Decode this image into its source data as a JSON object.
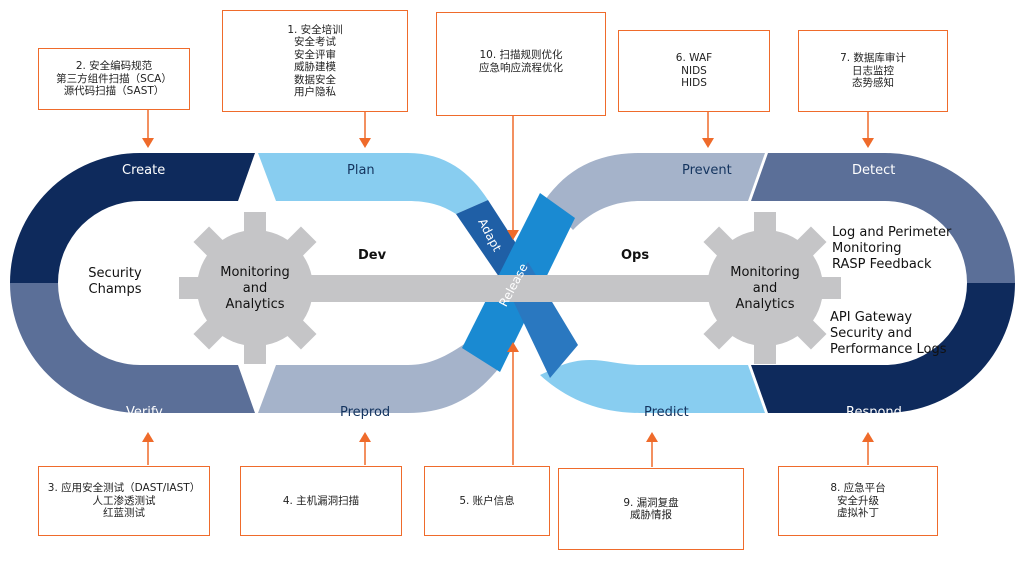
{
  "notes": {
    "note1": [
      "1. 安全培训",
      "安全考试",
      "安全评审",
      "威胁建模",
      "数据安全",
      "用户隐私"
    ],
    "note2": [
      "2. 安全编码规范",
      "第三方组件扫描（SCA）",
      "源代码扫描（SAST）"
    ],
    "note10": [
      "10. 扫描规则优化",
      "应急响应流程优化"
    ],
    "note6": [
      "6. WAF",
      "NIDS",
      "HIDS"
    ],
    "note7": [
      "7. 数据库审计",
      "日志监控",
      "态势感知"
    ],
    "note3": [
      "3. 应用安全测试（DAST/IAST）",
      "人工渗透测试",
      "红蓝测试"
    ],
    "note4": [
      "4. 主机漏洞扫描"
    ],
    "note5": [
      "5. 账户信息"
    ],
    "note9": [
      "9. 漏洞复盘",
      "威胁情报"
    ],
    "note8": [
      "8. 应急平台",
      "安全升级",
      "虚拟补丁"
    ]
  },
  "segments": {
    "create": "Create",
    "plan": "Plan",
    "verify": "Verify",
    "preprod": "Preprod",
    "adapt": "Adapt",
    "release": "Release",
    "prevent": "Prevent",
    "detect": "Detect",
    "predict": "Predict",
    "respond": "Respond"
  },
  "centers": {
    "dev": "Dev",
    "ops": "Ops",
    "left_gear": [
      "Monitoring",
      "and",
      "Analytics"
    ],
    "right_gear": [
      "Monitoring",
      "and",
      "Analytics"
    ],
    "security_champs": [
      "Security",
      "Champs"
    ],
    "log_perimeter": [
      "Log and Perimeter",
      "Monitoring",
      "RASP Feedback"
    ],
    "api_gateway": [
      "API Gateway",
      "Security and",
      "Performance Logs"
    ]
  },
  "colors": {
    "navy": "#0e2a5c",
    "slate_blue": "#5b6f98",
    "gray_blue": "#a5b3ca",
    "light_blue": "#88cdf0",
    "bright_blue": "#1a8ad2",
    "gear_gray": "#c5c5c7",
    "orange": "#ef6b2b"
  }
}
